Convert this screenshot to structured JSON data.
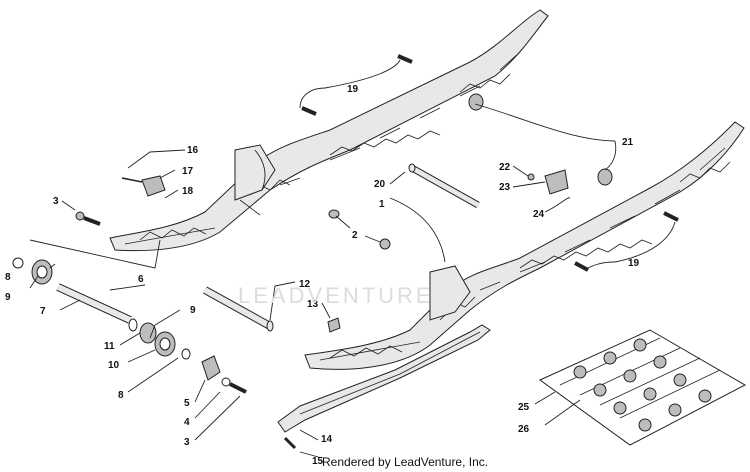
{
  "watermark": "LEADVENTURE",
  "footer": "Rendered by LeadVenture, Inc.",
  "callouts": {
    "c1": "1",
    "c2": "2",
    "c3a": "3",
    "c3b": "3",
    "c4": "4",
    "c5": "5",
    "c6": "6",
    "c7": "7",
    "c8a": "8",
    "c8b": "8",
    "c9a": "9",
    "c9b": "9",
    "c10": "10",
    "c11": "11",
    "c12": "12",
    "c13": "13",
    "c14": "14",
    "c15": "15",
    "c16": "16",
    "c17": "17",
    "c18": "18",
    "c19a": "19",
    "c19b": "19",
    "c20": "20",
    "c21": "21",
    "c22": "22",
    "c23": "23",
    "c24": "24",
    "c25": "25",
    "c26": "26"
  }
}
